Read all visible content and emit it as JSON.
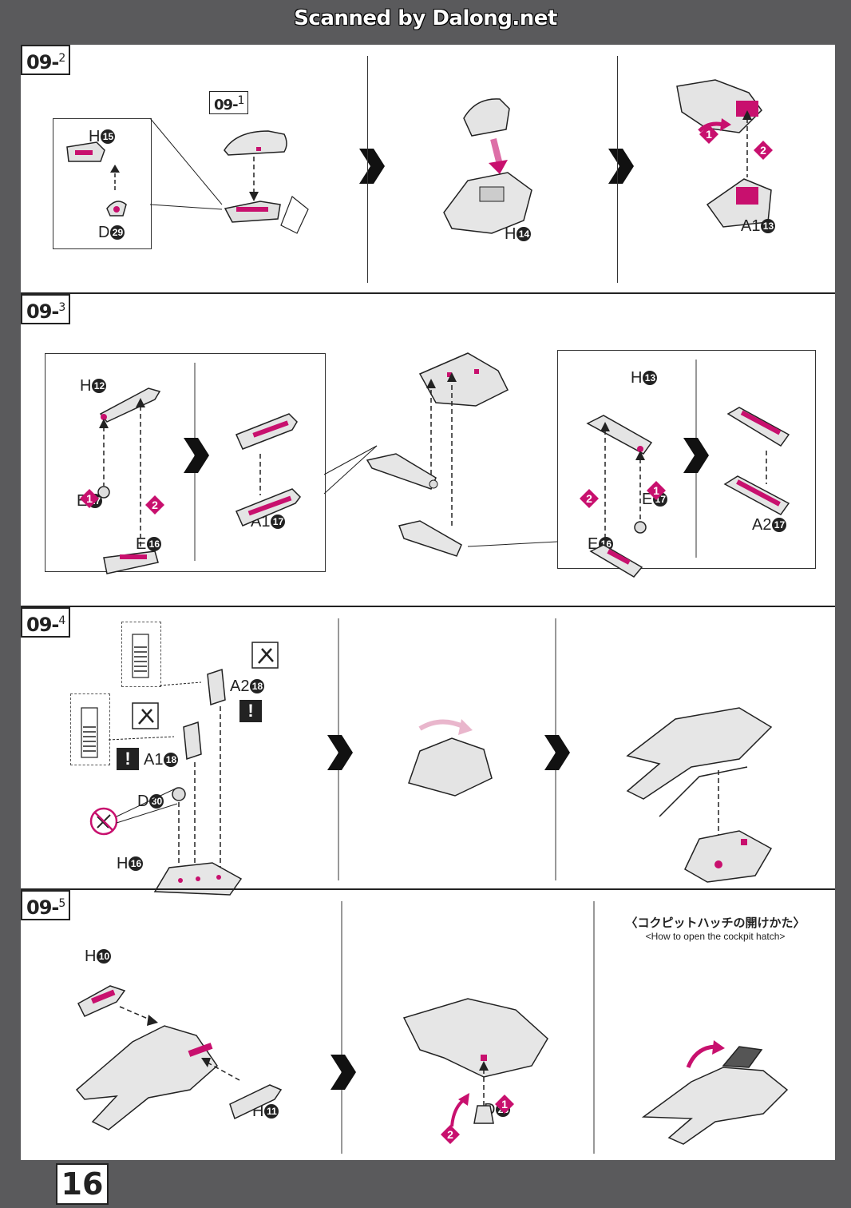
{
  "watermark": "Scanned by Dalong.net",
  "steps": {
    "s2": {
      "main": "09",
      "sub": "2",
      "ref_main": "09",
      "ref_sub": "1",
      "parts": {
        "h15": [
          "H",
          "15"
        ],
        "d29": [
          "D",
          "29"
        ],
        "h14": [
          "H",
          "14"
        ],
        "a13": [
          "A1",
          "13"
        ]
      },
      "order": [
        "1",
        "2"
      ]
    },
    "s3": {
      "main": "09",
      "sub": "3",
      "parts": {
        "h12": [
          "H",
          "12"
        ],
        "e17a": [
          "E",
          "17"
        ],
        "e16a": [
          "E",
          "16"
        ],
        "a117": [
          "A1",
          "17"
        ],
        "h13": [
          "H",
          "13"
        ],
        "e17b": [
          "E",
          "17"
        ],
        "e16b": [
          "E",
          "16"
        ],
        "a217": [
          "A2",
          "17"
        ]
      },
      "order": [
        "1",
        "2"
      ]
    },
    "s4": {
      "main": "09",
      "sub": "4",
      "parts": {
        "a218": [
          "A2",
          "18"
        ],
        "a118": [
          "A1",
          "18"
        ],
        "d30": [
          "D",
          "30"
        ],
        "h16": [
          "H",
          "16"
        ]
      },
      "warn": "!"
    },
    "s5": {
      "main": "09",
      "sub": "5",
      "parts": {
        "h10": [
          "H",
          "10"
        ],
        "h11": [
          "H",
          "11"
        ],
        "d28": [
          "D",
          "28"
        ]
      },
      "order": [
        "1",
        "2"
      ],
      "caption_jp": "〈コクピットハッチの開けかた〉",
      "caption_en": "<How to open the cockpit hatch>"
    }
  },
  "page_number": "16",
  "colors": {
    "accent": "#c8106e",
    "part_fill": "#d9d9d9",
    "line": "#222222"
  }
}
